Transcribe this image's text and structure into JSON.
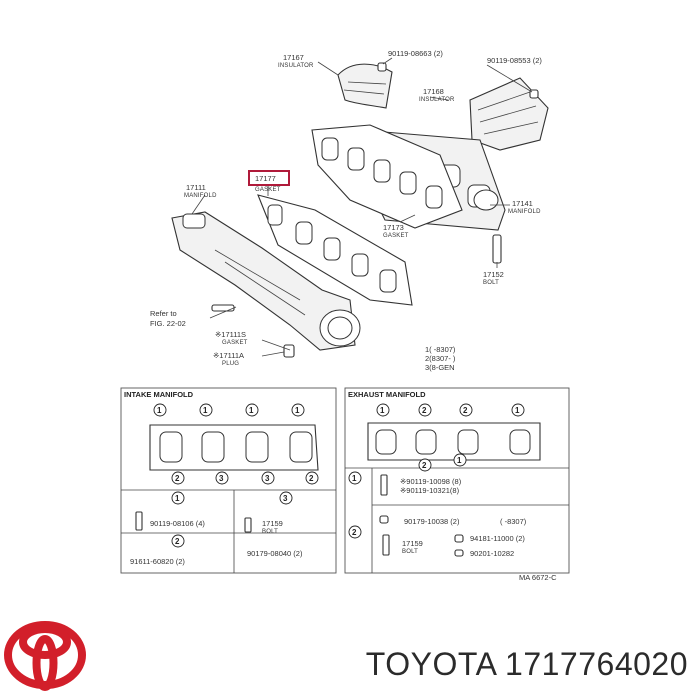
{
  "brand": {
    "name": "TOYOTA",
    "part_number": "1717764020",
    "logo_color": "#d21f2a"
  },
  "diagram": {
    "callouts": {
      "p17167": "17167",
      "p17167_sub": "INSULATOR",
      "bolt_top_left": "90119-08663 (2)",
      "bolt_top_right": "90119-08553 (2)",
      "p17168": "17168",
      "p17168_sub": "INSULATOR",
      "p17177": "17177",
      "p17177_sub": "GASKET",
      "p17111": "17111",
      "p17111_sub": "MANIFOLD",
      "p17141": "17141",
      "p17141_sub": "MANIFOLD",
      "p17173": "17173",
      "p17173_sub": "GASKET",
      "p17152": "17152",
      "p17152_sub": "BOLT",
      "refer_1": "Refer to",
      "refer_2": "FIG. 22-02",
      "p17111s": "※17111S",
      "p17111s_sub": "GASKET",
      "p17111a": "※17111A",
      "p17111a_sub": "PLUG"
    },
    "legend": {
      "l1": "1(    -8307)",
      "l2": "2(8307-    )",
      "l3": "3(8-GEN"
    },
    "intake": {
      "title": "INTAKE MANIFOLD",
      "num1": "1",
      "num2": "2",
      "num3": "3",
      "bolt1": "90119-08106 (4)",
      "part17159": "17159",
      "part17159_sub": "BOLT",
      "part90179": "90179-08040 (2)",
      "nut": "91611-60820 (2)"
    },
    "exhaust": {
      "title": "EXHAUST MANIFOLD",
      "num1": "1",
      "num2": "2",
      "bolt_a": "※90119-10098 (8)",
      "bolt_b": "※90119-10321(8)",
      "nut_a": "90179-10038 (2)",
      "range": "(    -8307)",
      "part17159": "17159",
      "part17159_sub": "BOLT",
      "part94181": "94181-11000 (2)",
      "part90201": "90201-10282",
      "code": "MA 6672-C"
    }
  }
}
